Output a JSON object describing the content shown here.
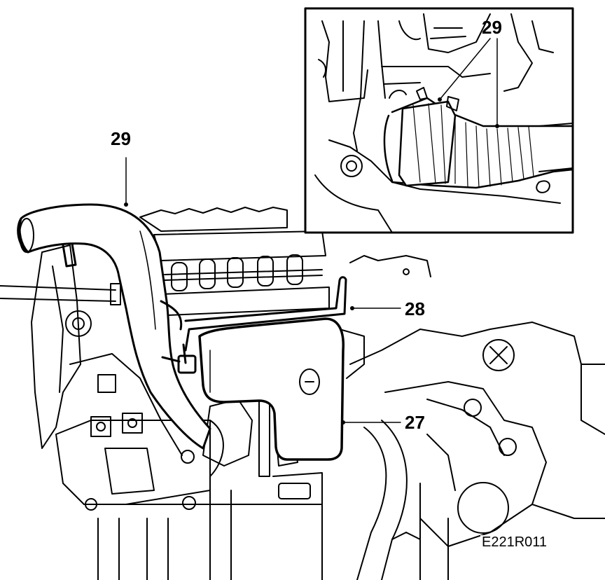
{
  "figure": {
    "callouts": {
      "hose_main": "29",
      "hose_inset": "29",
      "pipe": "28",
      "reservoir": "27"
    },
    "code": "E221R011"
  },
  "colors": {
    "ink": "#000000",
    "paper": "#ffffff"
  }
}
